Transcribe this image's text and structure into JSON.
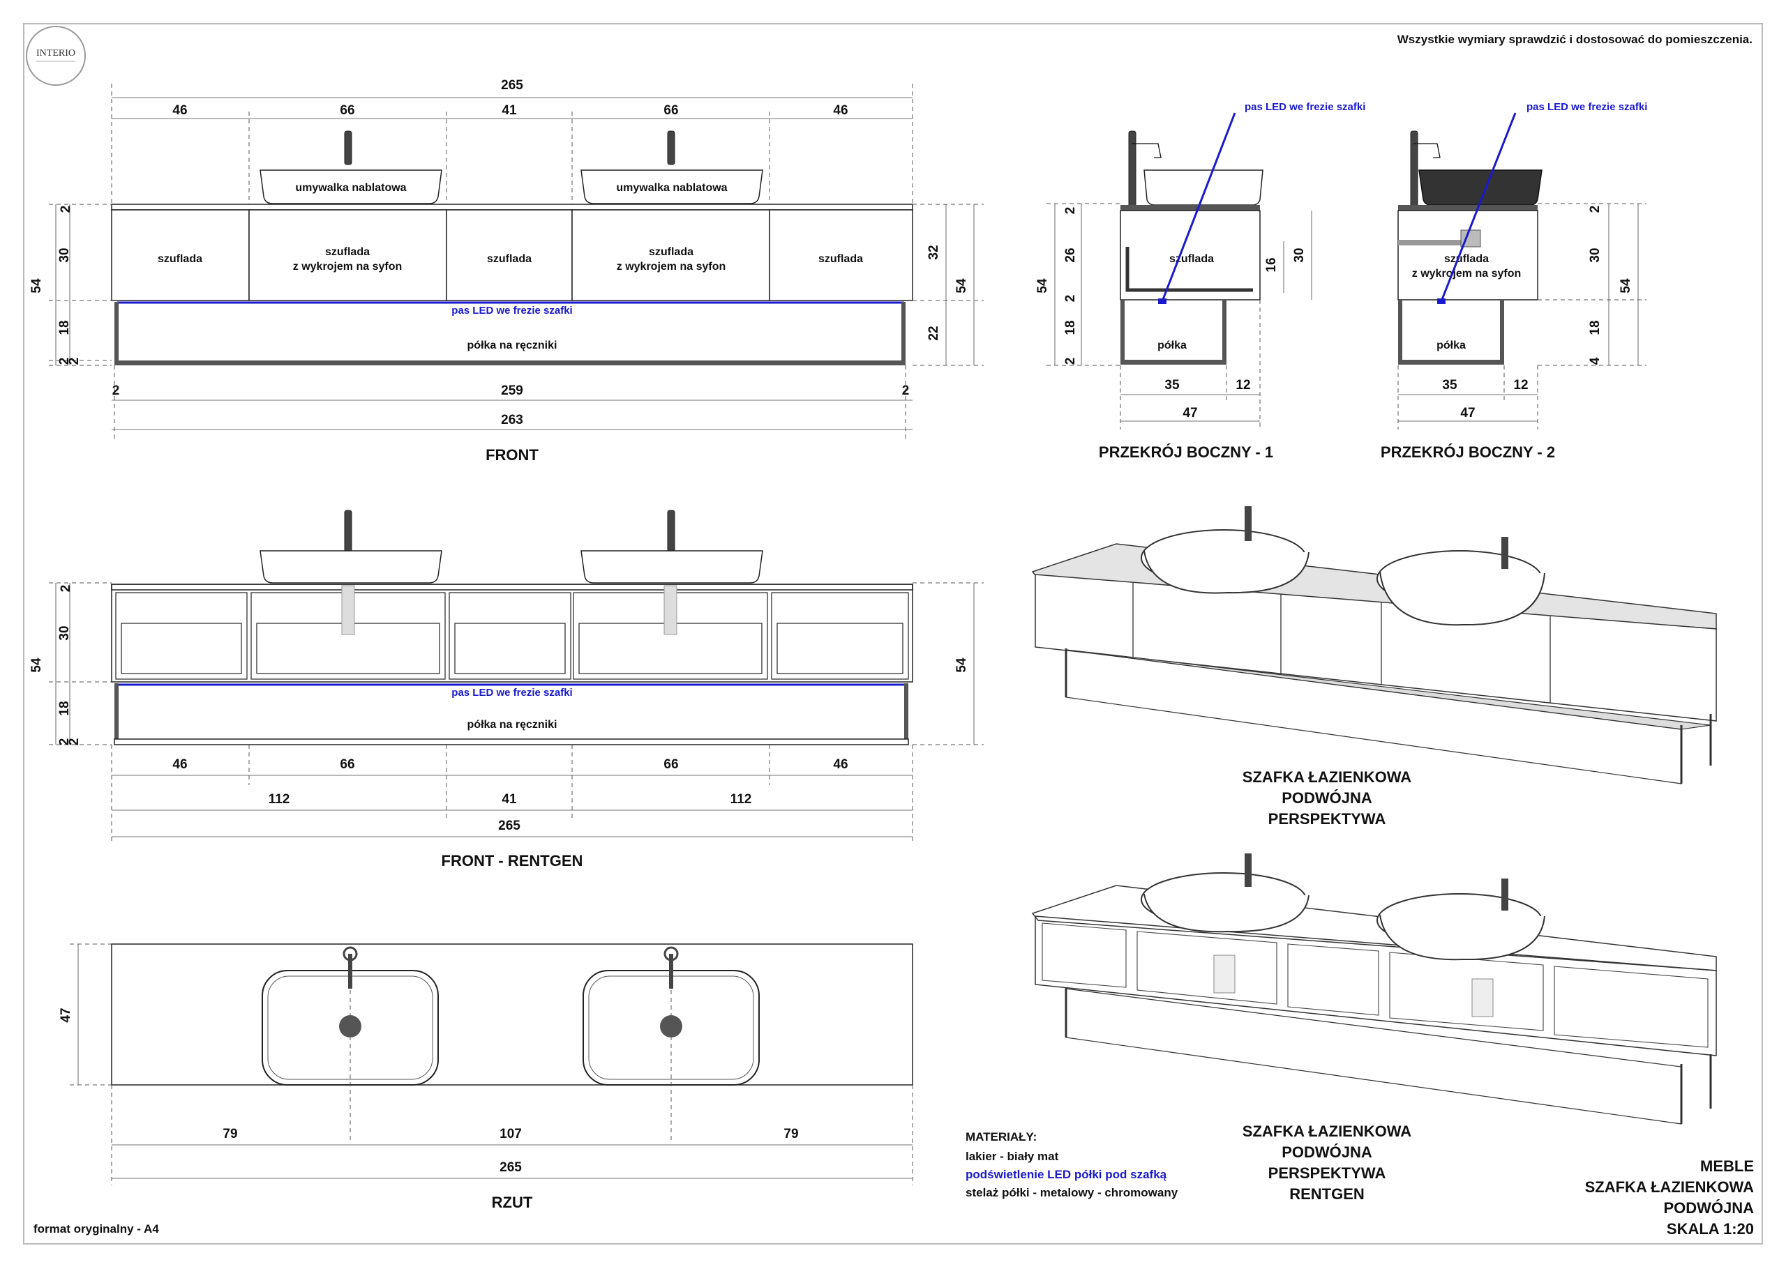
{
  "header": {
    "logo_text": "INTERIO",
    "note": "Wszystkie wymiary sprawdzić i dostosować do pomieszczenia.",
    "format": "format oryginalny - A4"
  },
  "front": {
    "title": "FRONT",
    "overall": "265",
    "segments": [
      "46",
      "66",
      "41",
      "66",
      "46"
    ],
    "basin_label": "umywalka nablatowa",
    "drawer_label": "szuflada",
    "drawer_sink_line1": "szuflada",
    "drawer_sink_line2": "z wykrojem na syfon",
    "led_label": "pas LED we frezie szafki",
    "shelf_label": "półka na ręczniki",
    "left_dims": [
      "2",
      "30",
      "18",
      "2",
      "2"
    ],
    "left_total": "54",
    "right_dims": [
      "32",
      "22"
    ],
    "right_total": "54",
    "bottom_small_left": "2",
    "bottom_mid": "259",
    "bottom_small_right": "2",
    "bottom_total": "263"
  },
  "section1": {
    "title": "PRZEKRÓJ BOCZNY - 1",
    "led_label": "pas LED we frezie szafki",
    "drawer_label": "szuflada",
    "shelf_label": "półka",
    "left_dims": [
      "2",
      "26",
      "2",
      "18",
      "2"
    ],
    "left_total": "54",
    "inner_dims": [
      "16",
      "30"
    ],
    "bottom_dims": [
      "35",
      "12"
    ],
    "bottom_total": "47"
  },
  "section2": {
    "title": "PRZEKRÓJ BOCZNY - 2",
    "led_label": "pas LED we frezie szafki",
    "drawer_line1": "szuflada",
    "drawer_line2": "z wykrojem na syfon",
    "shelf_label": "półka",
    "right_dims": [
      "2",
      "30",
      "18",
      "4"
    ],
    "right_total": "54",
    "bottom_dims": [
      "35",
      "12"
    ],
    "bottom_total": "47"
  },
  "xray": {
    "title": "FRONT - RENTGEN",
    "led_label": "pas LED we frezie szafki",
    "shelf_label": "półka na ręczniki",
    "left_dims": [
      "2",
      "30",
      "18",
      "2",
      "2"
    ],
    "left_total": "54",
    "right_total": "54",
    "row1": [
      "46",
      "66",
      "66",
      "46"
    ],
    "row2": [
      "112",
      "41",
      "112"
    ],
    "total": "265"
  },
  "plan": {
    "title": "RZUT",
    "depth": "47",
    "row1": [
      "79",
      "107",
      "79"
    ],
    "total": "265"
  },
  "persp1": {
    "line1": "SZAFKA ŁAZIENKOWA",
    "line2": "PODWÓJNA",
    "line3": "PERSPEKTYWA"
  },
  "persp2": {
    "line1": "SZAFKA ŁAZIENKOWA",
    "line2": "PODWÓJNA",
    "line3": "PERSPEKTYWA",
    "line4": "RENTGEN"
  },
  "materials": {
    "heading": "MATERIAŁY:",
    "item1": "lakier - biały mat",
    "item2": "podświetlenie LED półki pod szafką",
    "item3": "stelaż półki - metalowy - chromowany"
  },
  "titleblock": {
    "line1": "MEBLE",
    "line2": "SZAFKA ŁAZIENKOWA",
    "line3": "PODWÓJNA",
    "line4": "SKALA 1:20"
  },
  "colors": {
    "led": "#1a1acc",
    "metal": "#444444",
    "line": "#111111"
  }
}
